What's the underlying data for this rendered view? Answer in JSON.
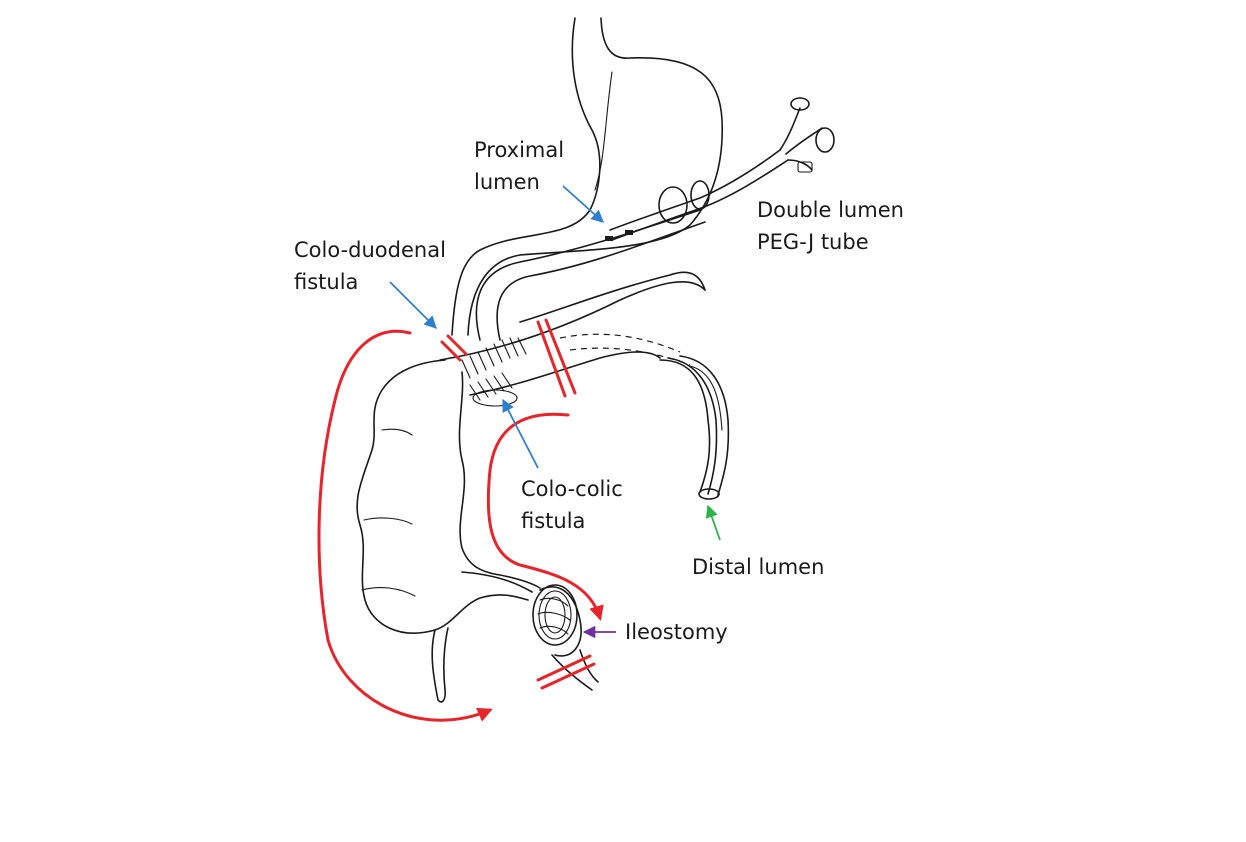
{
  "labels": {
    "proximal": [
      "Proximal",
      "lumen"
    ],
    "peg_tube": [
      "Double lumen",
      "PEG-J tube"
    ],
    "colo_duodenal": [
      "Colo-duodenal",
      "fistula"
    ],
    "colo_colic": [
      "Colo-colic",
      "fistula"
    ],
    "distal": "Distal lumen",
    "ileostomy": "Ileostomy"
  },
  "colors": {
    "ink": "#1a1a1a",
    "flow_arrow": "#e8242b",
    "blue_arrow": "#2f7fd0",
    "green_arrow": "#2db34a",
    "purple_arrow": "#7030a0"
  }
}
